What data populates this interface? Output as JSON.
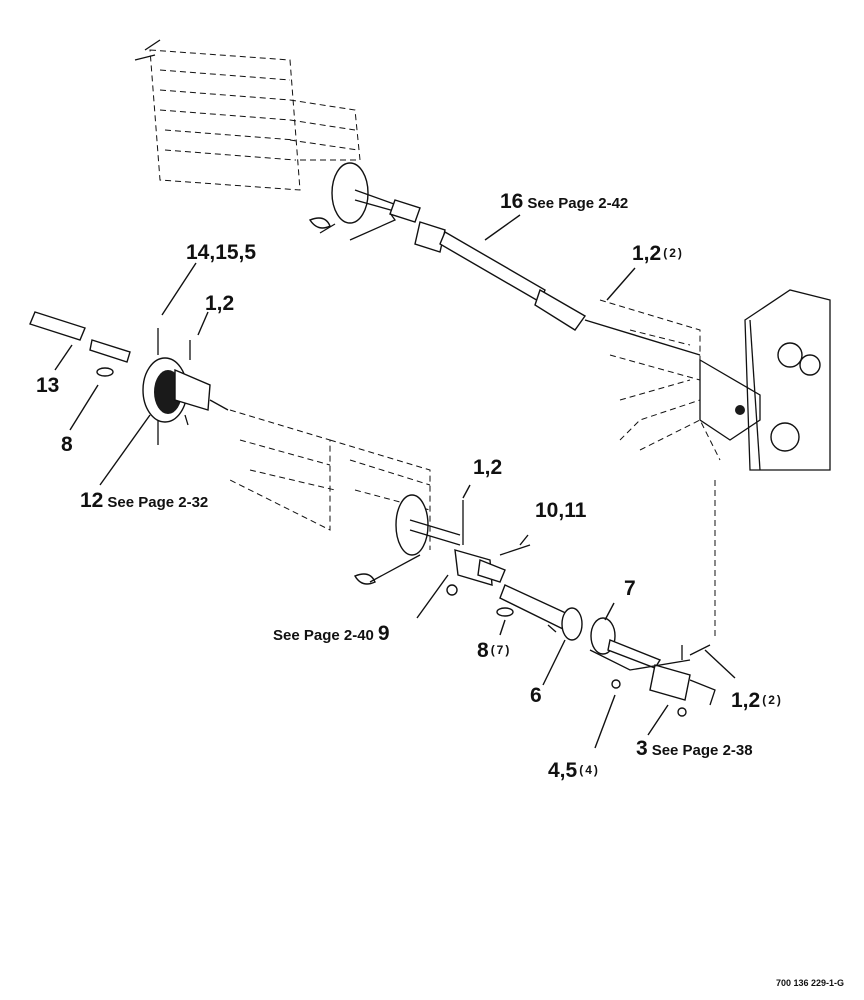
{
  "figure": {
    "drawing_id": "700 136 229-1-G"
  },
  "callouts": {
    "c16": {
      "num": "16",
      "ref": "See Page 2-42"
    },
    "c1_2_top": {
      "num": "1,2",
      "qty": "(2)"
    },
    "c14_15_5": {
      "num": "14,15,5"
    },
    "c1_2_left": {
      "num": "1,2"
    },
    "c13": {
      "num": "13"
    },
    "c8_left": {
      "num": "8"
    },
    "c12": {
      "num": "12",
      "ref": "See Page 2-32"
    },
    "c1_2_mid": {
      "num": "1,2"
    },
    "c10_11": {
      "num": "10,11"
    },
    "c9": {
      "num": "9",
      "ref": "See Page 2-40"
    },
    "c7": {
      "num": "7"
    },
    "c8_mid": {
      "num": "8",
      "qty": "(7)"
    },
    "c6": {
      "num": "6"
    },
    "c1_2_right": {
      "num": "1,2",
      "qty": "(2)"
    },
    "c3": {
      "num": "3",
      "ref": "See Page 2-38"
    },
    "c4_5": {
      "num": "4,5",
      "qty": "(4)"
    }
  }
}
